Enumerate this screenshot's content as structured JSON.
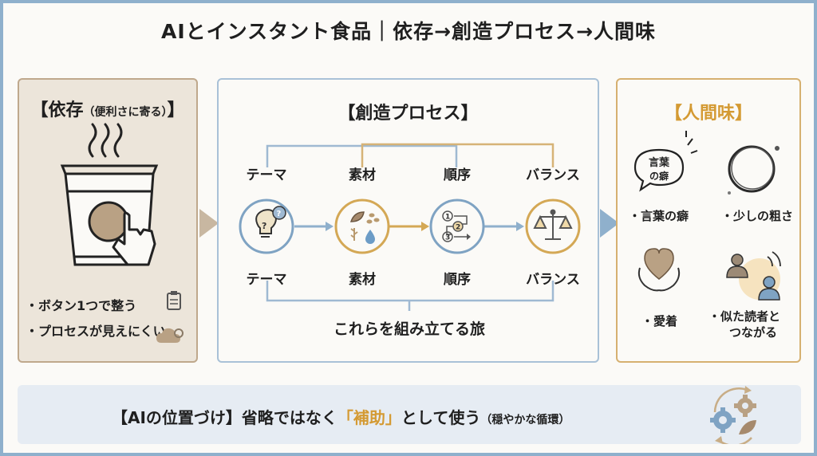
{
  "title": "AIとインスタント食品｜依存→創造プロセス→人間味",
  "dependence": {
    "heading": "【依存",
    "heading_note": "（便利さに寄る）",
    "heading_close": "】",
    "bullets": [
      "・ボタン1つで整う",
      "・プロセスが見えにくい"
    ]
  },
  "process": {
    "heading": "【創造プロセス】",
    "steps": [
      {
        "label_top": "テーマ",
        "label_bottom": "テーマ"
      },
      {
        "label_top": "素材",
        "label_bottom": "素材"
      },
      {
        "label_top": "順序",
        "label_bottom": "順序"
      },
      {
        "label_top": "バランス",
        "label_bottom": "バランス"
      }
    ],
    "journey": "これらを組み立てる旅",
    "bubble_text_1": "言葉",
    "bubble_text_2": "の癖"
  },
  "humanity": {
    "heading": "【人間味】",
    "items": [
      "・言葉の癖",
      "・少しの粗さ",
      "・愛着",
      "・似た読者と",
      "つながる"
    ]
  },
  "bottom": {
    "prefix": "【AIの位置づけ】省略ではなく",
    "highlight": "「補助」",
    "suffix": "として使う",
    "note": "（穏やかな循環）"
  },
  "colors": {
    "blue": "#7fa3c3",
    "gold": "#d4a855",
    "tan": "#b9a184",
    "arrow_blue": "#8fb0cc"
  }
}
